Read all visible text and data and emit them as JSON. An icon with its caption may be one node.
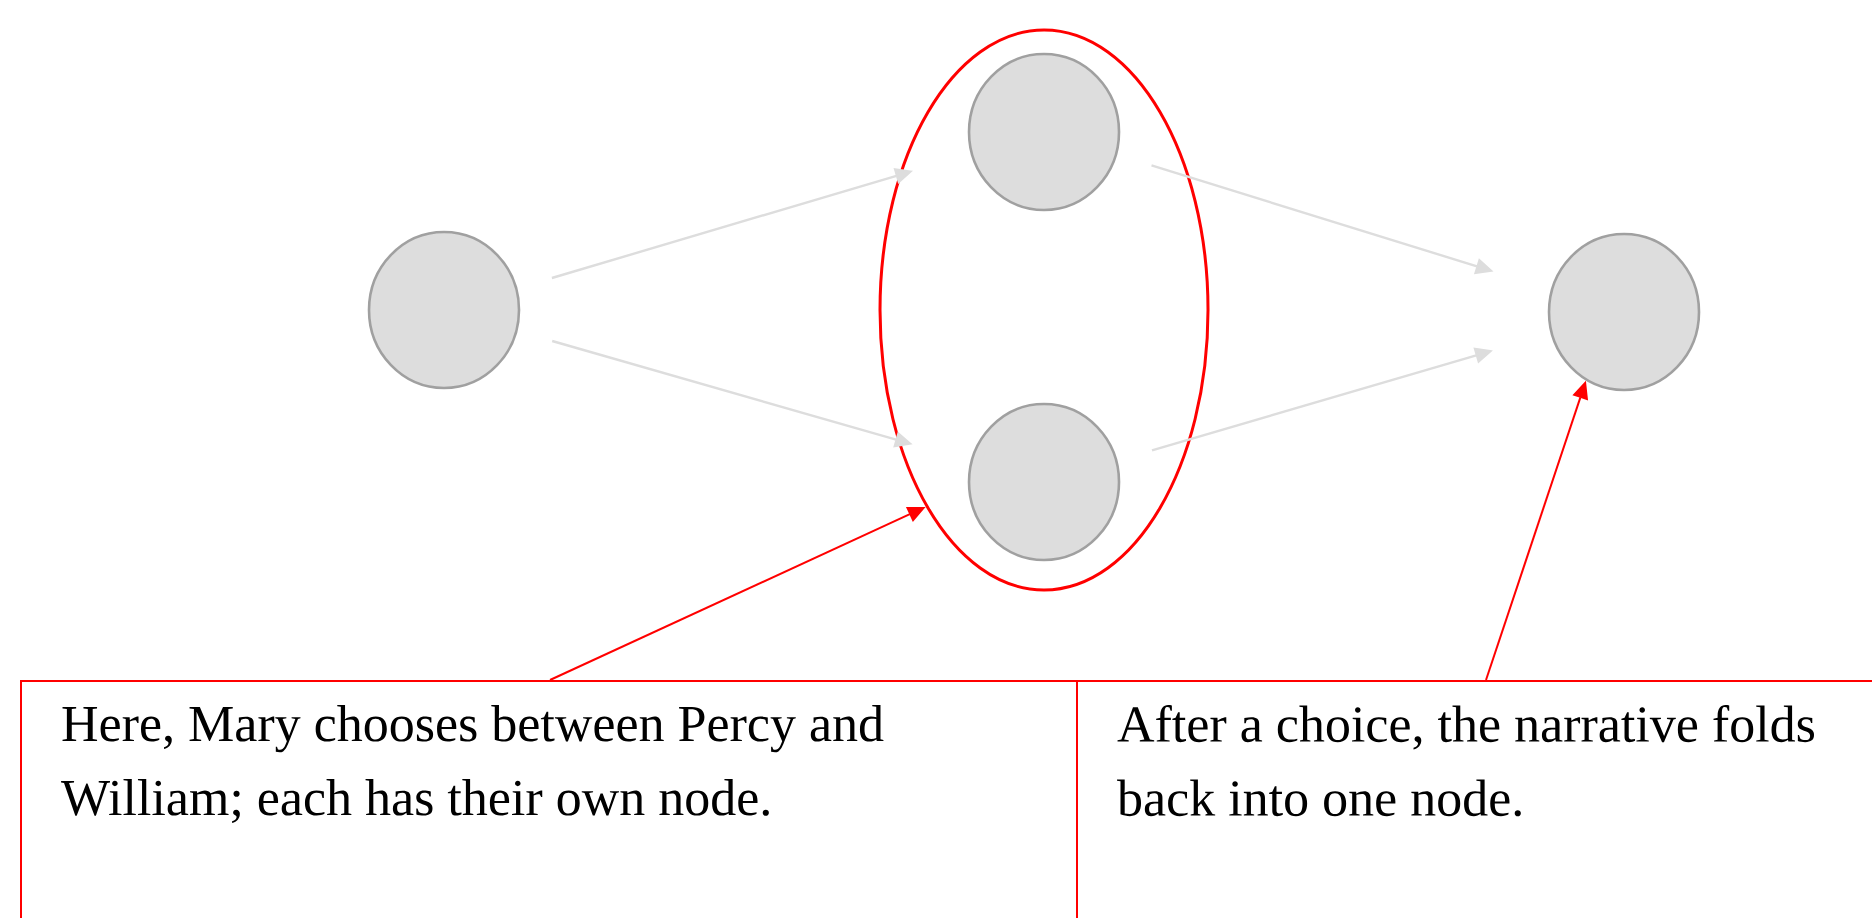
{
  "diagram": {
    "nodes": [
      {
        "text": [],
        "shape": "circle"
      },
      {
        "text": [],
        "shape": "ellipse"
      },
      {
        "text": [],
        "shape": "circle",
        "in": 1
      },
      {
        "text": [],
        "shape": "circle",
        "in": 1
      },
      {
        "text": [],
        "shape": "circle"
      },
      {
        "text": [
          "Here, Mary chooses between Percy and William; each has their own node."
        ]
      },
      {
        "text": [
          "After a choice, the narrative folds back into one node."
        ]
      }
    ],
    "edges": [
      {
        "from": 0,
        "to": 2,
        "arrow": "to"
      },
      {
        "from": 0,
        "to": 3,
        "arrow": "to"
      },
      {
        "from": 2,
        "to": 4,
        "arrow": "to"
      },
      {
        "from": 3,
        "to": 4,
        "arrow": "to"
      },
      {
        "from": 5,
        "to": 1,
        "arrow": "to",
        "color": "#ff0000"
      },
      {
        "from": 6,
        "to": 4,
        "arrow": "to",
        "color": "#ff0000"
      }
    ]
  }
}
